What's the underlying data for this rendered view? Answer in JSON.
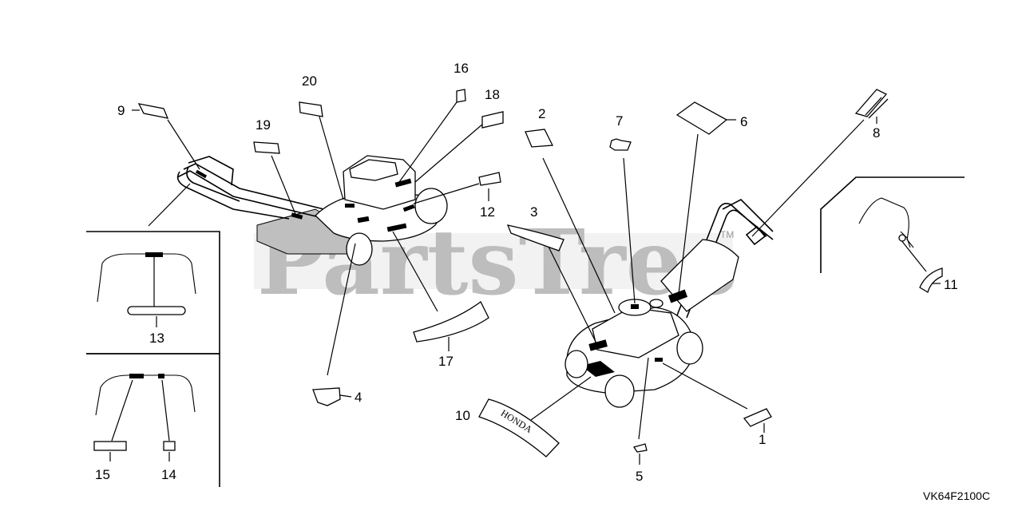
{
  "watermark": {
    "text": "PartsTree",
    "tm": "TM"
  },
  "diagram_code": "VK64F2100C",
  "callouts": {
    "n1": "1",
    "n2": "2",
    "n3": "3",
    "n4": "4",
    "n5": "5",
    "n6": "6",
    "n7": "7",
    "n8": "8",
    "n9": "9",
    "n10": "10",
    "n11": "11",
    "n12": "12",
    "n13": "13",
    "n14": "14",
    "n15": "15",
    "n16": "16",
    "n17": "17",
    "n18": "18",
    "n19": "19",
    "n20": "20"
  },
  "labels": {
    "brand_decal": "HONDA"
  }
}
